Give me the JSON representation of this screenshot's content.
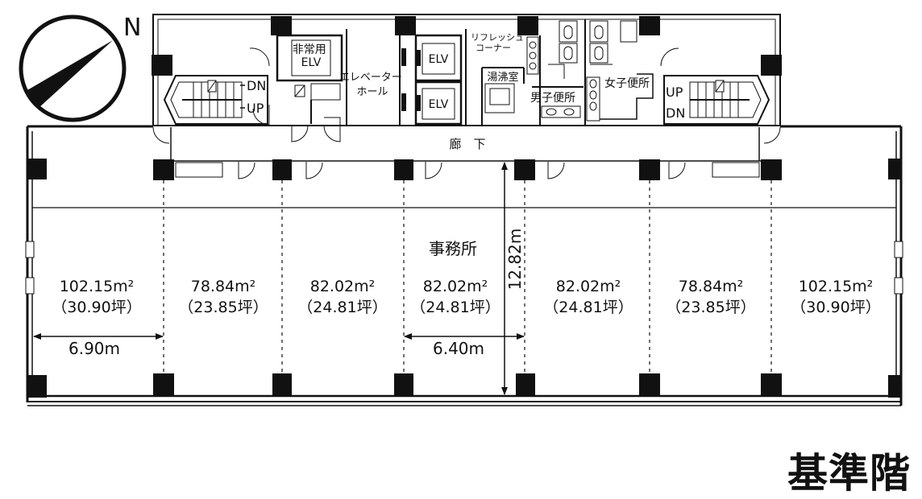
{
  "compass": {
    "north": "N"
  },
  "core": {
    "emergency_elevator": "非常用\nELV",
    "elevator_hall": "エレベーター\nホール",
    "elv_upper": "ELV",
    "elv_lower": "ELV",
    "refresh_corner": "リフレッシュ\nコーナー",
    "kitchenette": "湯沸室",
    "mens_toilet": "男子便所",
    "womens_toilet": "女子便所",
    "stair_left_dn": "DN",
    "stair_left_up": "UP",
    "stair_right_up": "UP",
    "stair_right_dn": "DN",
    "corridor": "廊　下"
  },
  "office": {
    "label": "事務所",
    "units": [
      {
        "area": "102.15m²",
        "tsubo": "（30.90坪）"
      },
      {
        "area": "78.84m²",
        "tsubo": "（23.85坪）"
      },
      {
        "area": "82.02m²",
        "tsubo": "（24.81坪）"
      },
      {
        "area": "82.02m²",
        "tsubo": "（24.81坪）"
      },
      {
        "area": "82.02m²",
        "tsubo": "（24.81坪）"
      },
      {
        "area": "78.84m²",
        "tsubo": "（23.85坪）"
      },
      {
        "area": "102.15m²",
        "tsubo": "（30.90坪）"
      }
    ]
  },
  "dimensions": {
    "left_width": "6.90m",
    "center_width": "6.40m",
    "depth": "12.82m"
  },
  "floor_name": "基準階"
}
